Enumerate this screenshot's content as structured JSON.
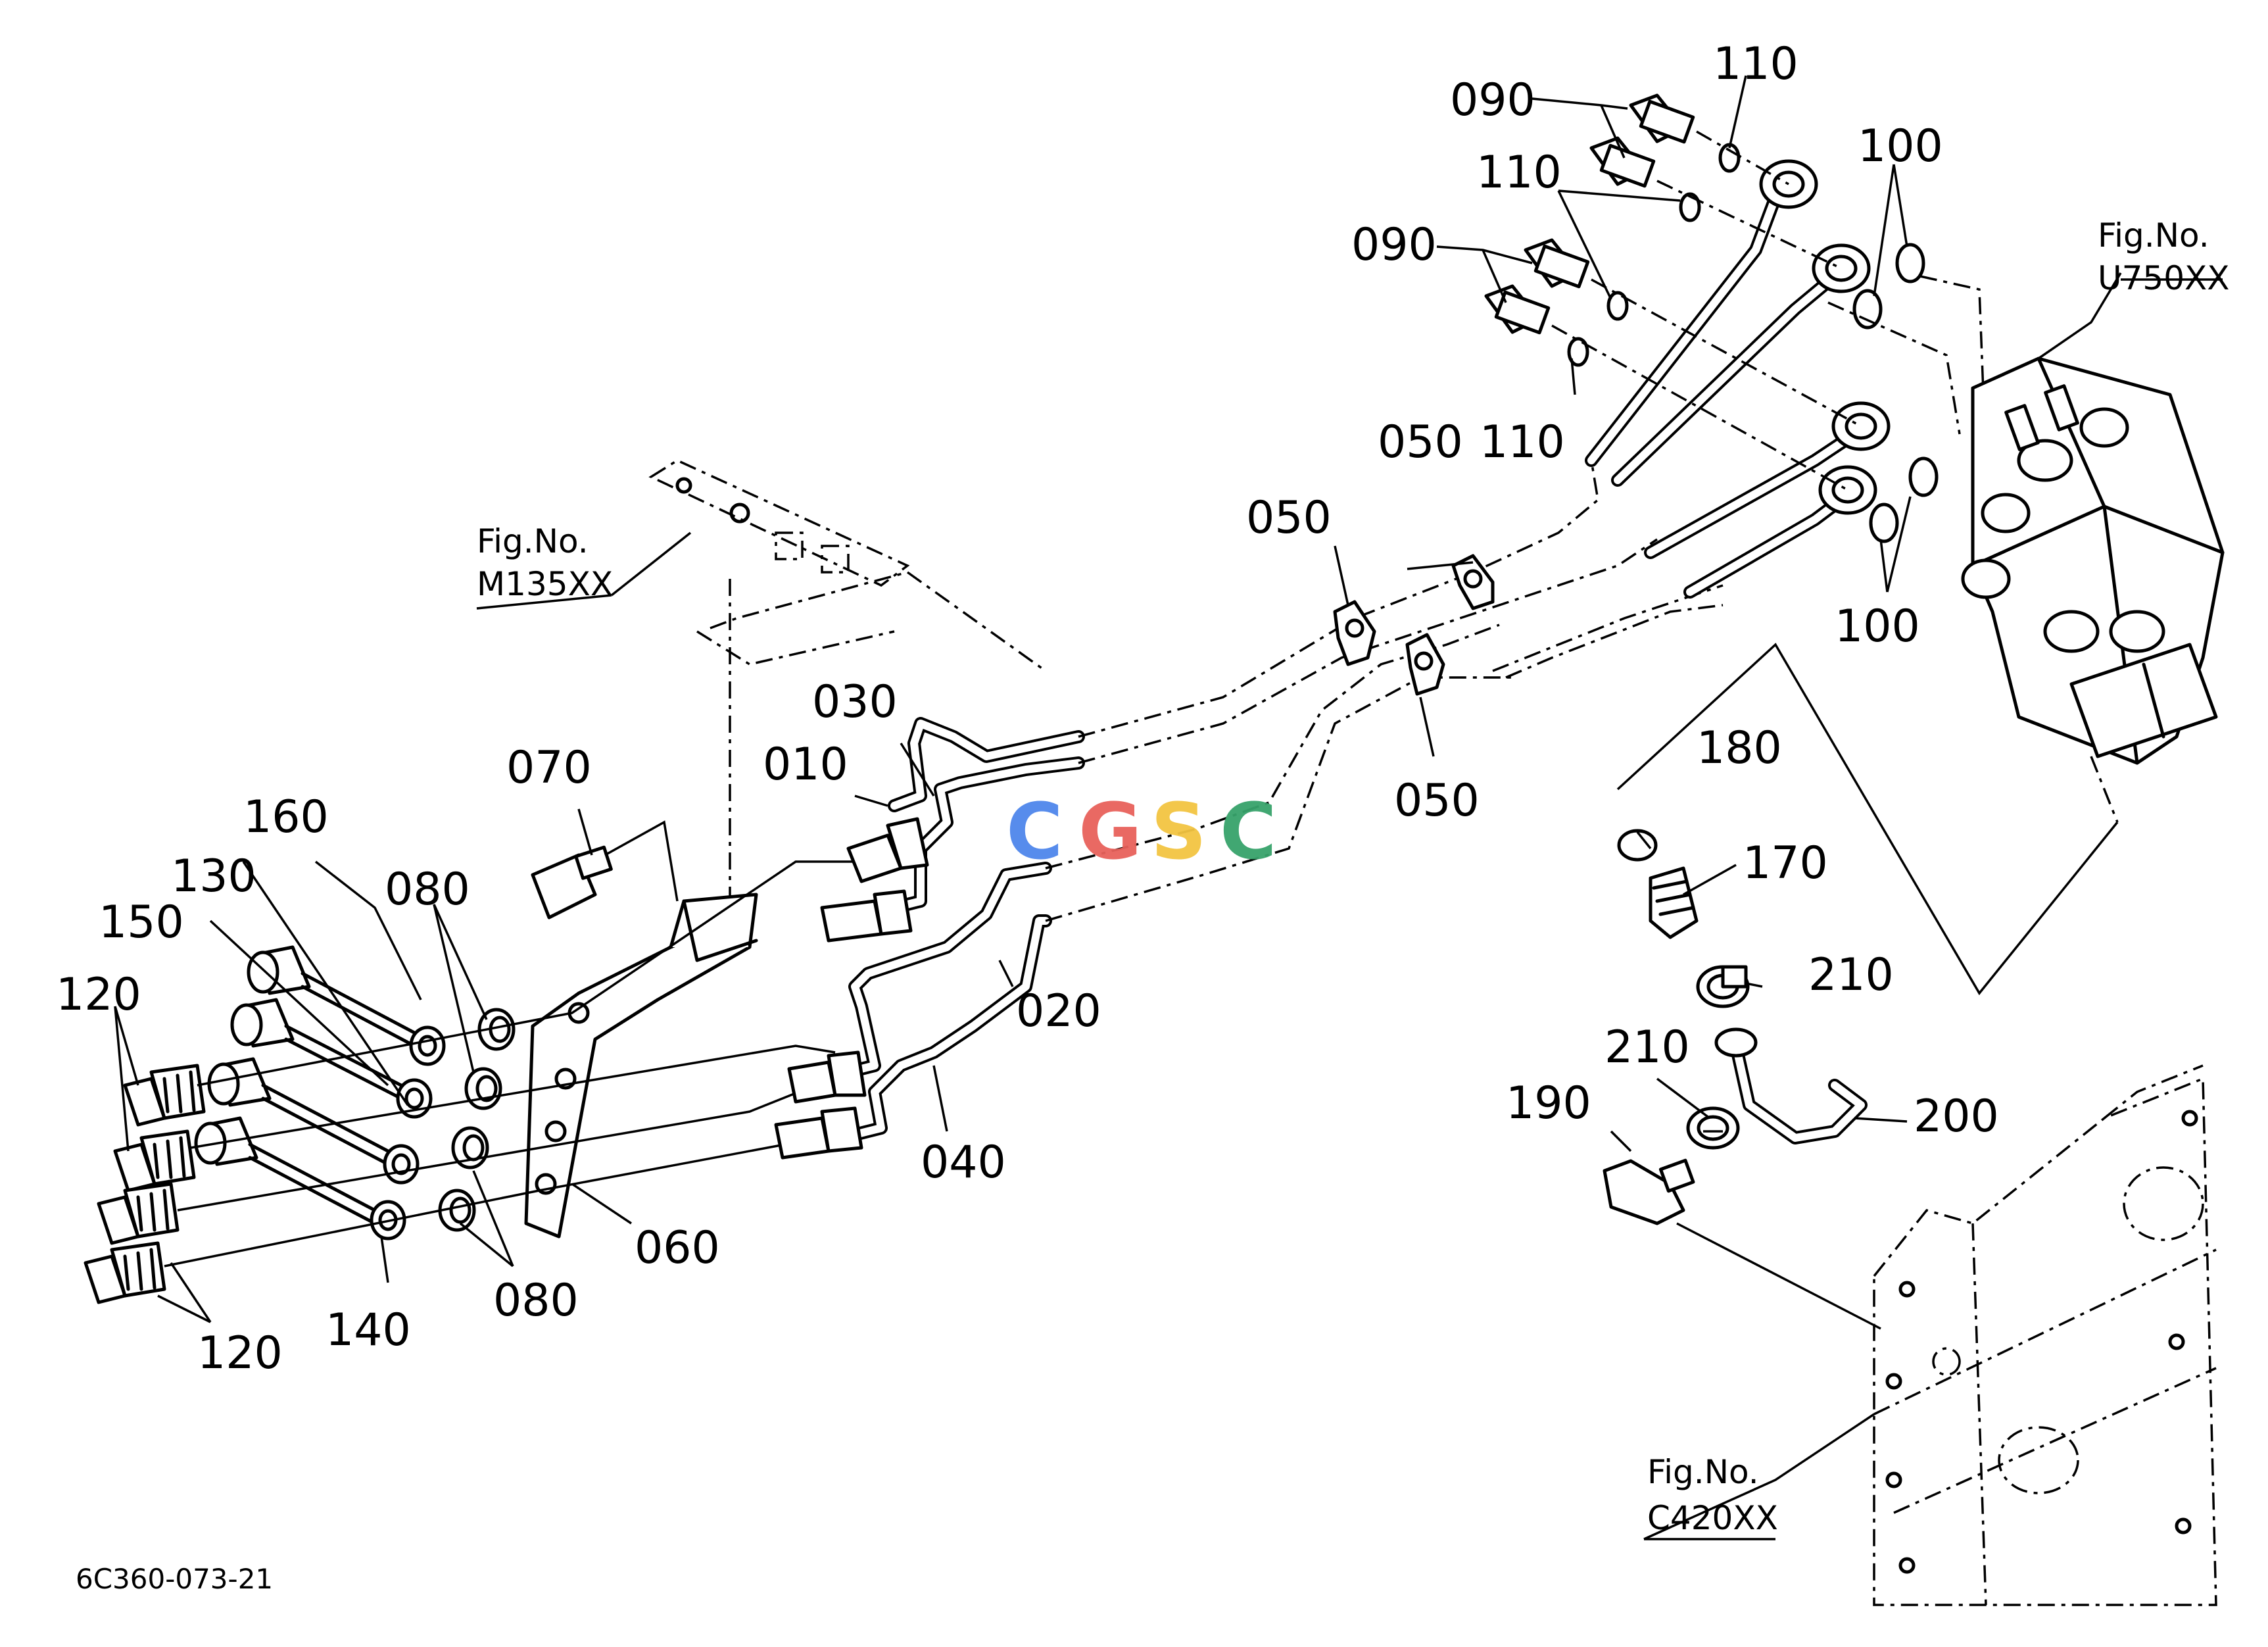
{
  "callouts": {
    "p010": "010",
    "p020": "020",
    "p030": "030",
    "p040": "040",
    "p050a": "050",
    "p050b": "050",
    "p050c": "050",
    "p060": "060",
    "p070": "070",
    "p080a": "080",
    "p080b": "080",
    "p090a": "090",
    "p090b": "090",
    "p100a": "100",
    "p100b": "100",
    "p110a": "110",
    "p110b": "110",
    "p110c": "110",
    "p120a": "120",
    "p120b": "120",
    "p130": "130",
    "p140": "140",
    "p150": "150",
    "p160": "160",
    "p170": "170",
    "p180": "180",
    "p190": "190",
    "p200": "200",
    "p210a": "210",
    "p210b": "210"
  },
  "fig_refs": {
    "u750": {
      "line1": "Fig.No.",
      "line2": "U750XX"
    },
    "m135": {
      "line1": "Fig.No.",
      "line2": "M135XX"
    },
    "c420": {
      "line1": "Fig.No.",
      "line2": "C420XX"
    }
  },
  "drawing_code": "6C360-073-21",
  "watermark": {
    "letters": [
      "C",
      "G",
      "S",
      "C"
    ],
    "colors": [
      "#4f86ec",
      "#e8615b",
      "#f3c542",
      "#37a36b"
    ]
  }
}
